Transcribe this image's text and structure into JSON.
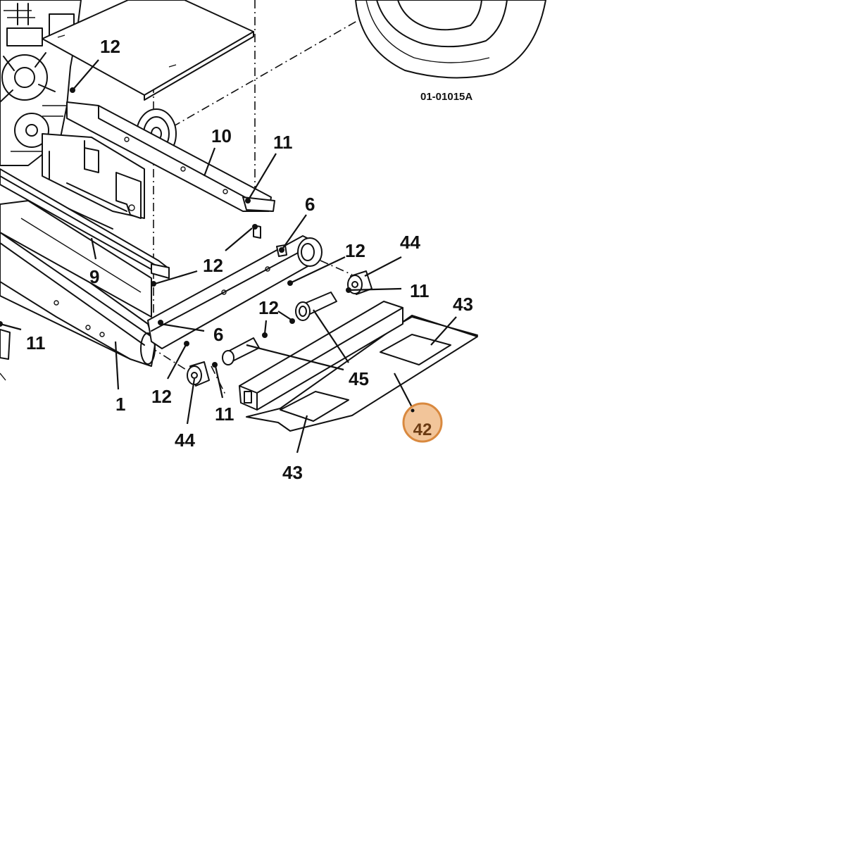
{
  "drawing_id": "01-01015A",
  "highlight": {
    "label": "42",
    "fill": "#f2c59a",
    "stroke": "#d9893f",
    "text_color": "#6b3a12"
  },
  "callouts": {
    "c12_top": "12",
    "c10": "10",
    "c11_top": "11",
    "c6_top": "6",
    "c12_mid": "12",
    "c44_top": "44",
    "c11_right": "11",
    "c43_right": "43",
    "c9": "9",
    "c12_left": "12",
    "c12_center": "12",
    "c6_bottom": "6",
    "c11_left": "11",
    "c45": "45",
    "c1": "1",
    "c12_bottom": "12",
    "c11_bottom": "11",
    "c44_bottom": "44",
    "c43_bottom": "43"
  }
}
